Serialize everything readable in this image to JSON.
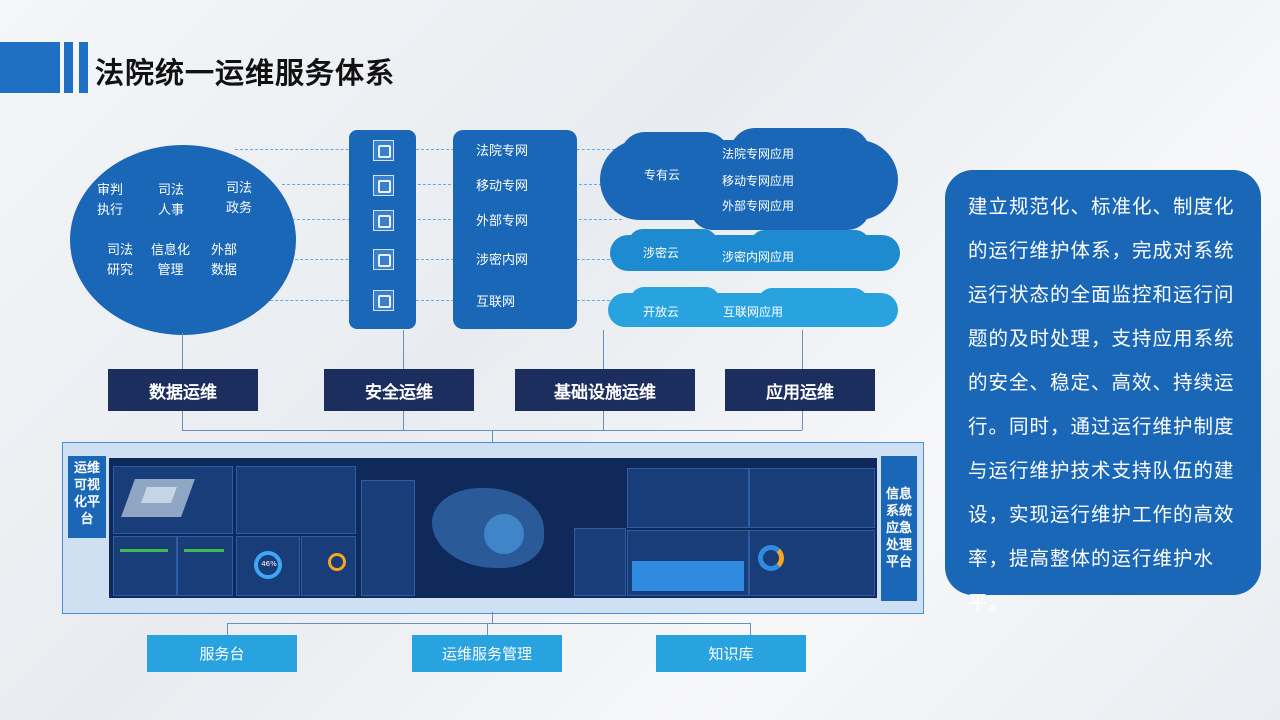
{
  "title": "法院统一运维服务体系",
  "circle_items": [
    {
      "label": "审判\n执行"
    },
    {
      "label": "司法\n人事"
    },
    {
      "label": "司法\n政务"
    },
    {
      "label": "司法\n研究"
    },
    {
      "label": "信息化\n管理"
    },
    {
      "label": "外部\n数据"
    }
  ],
  "networks": [
    "法院专网",
    "移动专网",
    "外部专网",
    "涉密内网",
    "互联网"
  ],
  "clouds": {
    "private": {
      "name": "专有云",
      "apps": [
        "法院专网应用",
        "移动专网应用",
        "外部专网应用"
      ]
    },
    "secret": {
      "name": "涉密云",
      "apps": [
        "涉密内网应用"
      ]
    },
    "open": {
      "name": "开放云",
      "apps": [
        "互联网应用"
      ]
    }
  },
  "ops": [
    "数据运维",
    "安全运维",
    "基础设施运维",
    "应用运维"
  ],
  "platform": {
    "left_label": "运维\n可视\n化平\n台",
    "right_label": "信息\n系统\n应急\n处理\n平台",
    "gauge_value": "46%"
  },
  "bottom": [
    "服务台",
    "运维服务管理",
    "知识库"
  ],
  "description": "建立规范化、标准化、制度化的运行维护体系，完成对系统运行状态的全面监控和运行问题的及时处理，支持应用系统的安全、稳定、高效、持续运行。同时，通过运行维护制度与运行维护技术支持队伍的建设，实现运行维护工作的高效率，提高整体的运行维护水平。",
  "colors": {
    "primary_blue": "#1a67b8",
    "navy": "#1b2e5e",
    "light_blue": "#29a3e0"
  }
}
